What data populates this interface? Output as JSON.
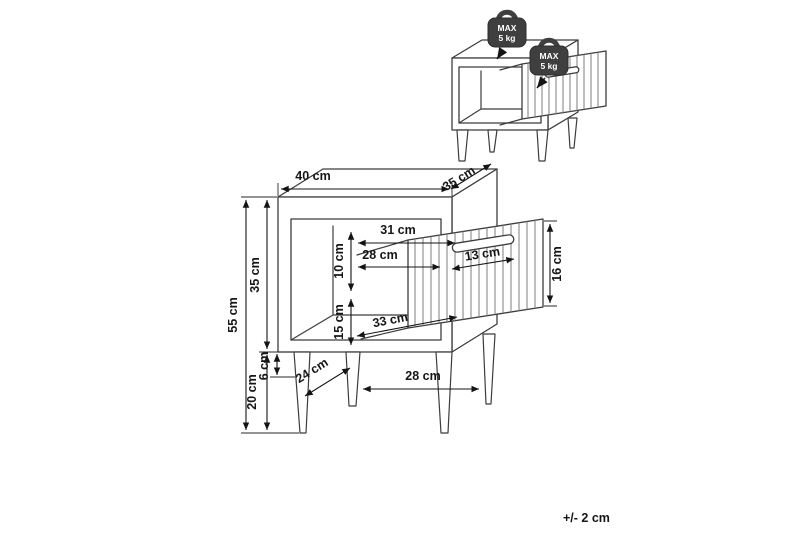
{
  "colors": {
    "background": "#ffffff",
    "ink": "#161616",
    "line": "#3c3c3c",
    "badge_fill": "#3f3f3f",
    "badge_text": "#ffffff"
  },
  "tolerance_label": "+/- 2 cm",
  "load_badges": [
    {
      "line1": "MAX",
      "line2": "5 kg"
    },
    {
      "line1": "MAX",
      "line2": "5 kg"
    }
  ],
  "dimensions": {
    "top_width": "40 cm",
    "top_depth": "35 cm",
    "total_height": "55 cm",
    "body_height": "35 cm",
    "leg_height": "20 cm",
    "opening_width": "31 cm",
    "drawer_inner_width": "28 cm",
    "opening_top_height": "10 cm",
    "opening_bottom_height": "15 cm",
    "inner_depth": "33 cm",
    "handle_width": "13 cm",
    "drawer_front_height": "16 cm",
    "leg_top_size": "6 cm",
    "leg_spacing_depth": "24 cm",
    "leg_spacing_width": "28 cm"
  }
}
